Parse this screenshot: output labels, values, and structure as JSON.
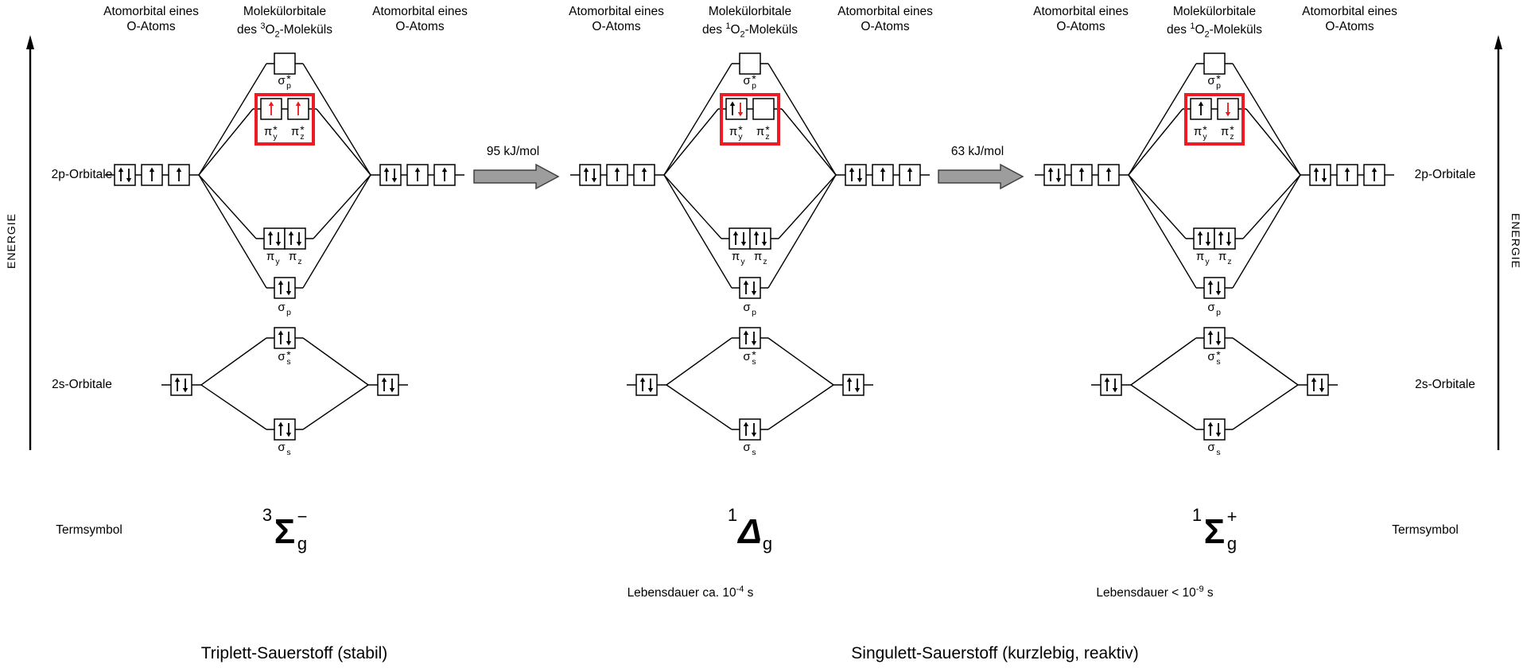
{
  "energy_axis_label": "ENERGIE",
  "colors": {
    "line": "#000000",
    "electron_red": "#e8191f",
    "highlight_red": "#ed1c24",
    "arrow_fill": "#9d9d9d",
    "arrow_stroke": "#404040"
  },
  "row_labels": {
    "p_left": "2p-Orbitale",
    "p_right": "2p-Orbitale",
    "s_left": "2s-Orbitale",
    "s_right": "2s-Orbitale",
    "term_left": "Termsymbol",
    "term_right": "Termsymbol"
  },
  "transitions": [
    {
      "label": "95 kJ/mol"
    },
    {
      "label": "63 kJ/mol"
    }
  ],
  "orbital_labels": {
    "sigma_p_star": {
      "base": "σ",
      "sub": "p",
      "sup": "*"
    },
    "pi_y_star": {
      "base": "π",
      "sub": "y",
      "sup": "*"
    },
    "pi_z_star": {
      "base": "π",
      "sub": "z",
      "sup": "*"
    },
    "pi_y": {
      "base": "π",
      "sub": "y"
    },
    "pi_z": {
      "base": "π",
      "sub": "z"
    },
    "sigma_p": {
      "base": "σ",
      "sub": "p"
    },
    "sigma_s_star": {
      "base": "σ",
      "sub": "s",
      "sup": "*"
    },
    "sigma_s": {
      "base": "σ",
      "sub": "s"
    }
  },
  "common_electrons": {
    "p2": [
      [
        "u",
        "d"
      ],
      [
        "u"
      ],
      [
        "u"
      ]
    ],
    "pi_bond": [
      [
        "u",
        "d"
      ],
      [
        "u",
        "d"
      ]
    ],
    "sigma_p": [
      "u",
      "d"
    ],
    "sigma_s_star": [
      "u",
      "d"
    ],
    "s2": [
      "u",
      "d"
    ],
    "sigma_s": [
      "u",
      "d"
    ]
  },
  "panels": [
    {
      "header_left": [
        "Atomorbital eines",
        "O-Atoms"
      ],
      "header_center_line1": "Molekülorbitale",
      "header_center_line2": [
        {
          "t": "des "
        },
        {
          "sup": "3"
        },
        {
          "t": "O"
        },
        {
          "sub": "2"
        },
        {
          "t": "-Moleküls"
        }
      ],
      "header_right": [
        "Atomorbital eines",
        "O-Atoms"
      ],
      "pi_star_electrons": [
        [
          "U"
        ],
        [
          "U"
        ]
      ],
      "term": {
        "presup": "3",
        "letter": "Σ",
        "italic": false,
        "sub": "g",
        "postsup": "−"
      },
      "lifetime": null
    },
    {
      "header_left": [
        "Atomorbital eines",
        "O-Atoms"
      ],
      "header_center_line1": "Molekülorbitale",
      "header_center_line2": [
        {
          "t": "des "
        },
        {
          "sup": "1"
        },
        {
          "t": "O"
        },
        {
          "sub": "2"
        },
        {
          "t": "-Moleküls"
        }
      ],
      "header_right": [
        "Atomorbital eines",
        "O-Atoms"
      ],
      "pi_star_electrons": [
        [
          "u",
          "D"
        ],
        []
      ],
      "term": {
        "presup": "1",
        "letter": "Δ",
        "italic": true,
        "sub": "g",
        "postsup": ""
      },
      "lifetime": {
        "text": "Lebensdauer  ca. 10",
        "sup": "-4",
        "unit": " s"
      }
    },
    {
      "header_left": [
        "Atomorbital eines",
        "O-Atoms"
      ],
      "header_center_line1": "Molekülorbitale",
      "header_center_line2": [
        {
          "t": "des "
        },
        {
          "sup": "1"
        },
        {
          "t": "O"
        },
        {
          "sub": "2"
        },
        {
          "t": "-Moleküls"
        }
      ],
      "header_right": [
        "Atomorbital eines",
        "O-Atoms"
      ],
      "pi_star_electrons": [
        [
          "u"
        ],
        [
          "D"
        ]
      ],
      "term": {
        "presup": "1",
        "letter": "Σ",
        "italic": false,
        "sub": "g",
        "postsup": "+"
      },
      "lifetime": {
        "text": "Lebensdauer  < 10",
        "sup": "-9",
        "unit": " s"
      }
    }
  ],
  "bottom_labels": [
    {
      "text": "Triplett-Sauerstoff (stabil)"
    },
    {
      "text": "Singulett-Sauerstoff (kurzlebig, reaktiv)"
    }
  ]
}
